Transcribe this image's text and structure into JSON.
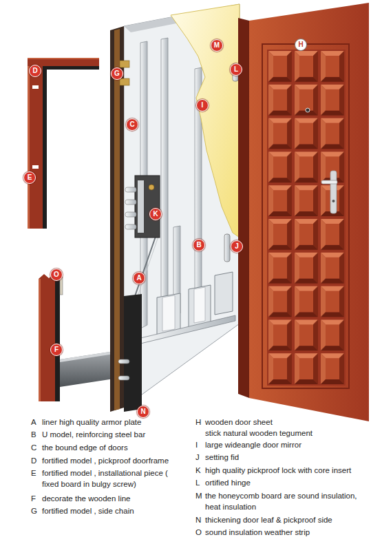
{
  "diagram": {
    "nodes": [
      {
        "text": [
          "M"
        ]
      },
      {
        "text": [
          "H"
        ]
      },
      {
        "text": [
          "D"
        ]
      },
      {
        "text": [
          "G"
        ]
      },
      {
        "text": [
          "L"
        ]
      },
      {
        "text": [
          "I"
        ]
      },
      {
        "text": [
          "C"
        ]
      },
      {
        "text": [
          "E"
        ]
      },
      {
        "text": [
          "K"
        ]
      },
      {
        "text": [
          "B"
        ]
      },
      {
        "text": [
          "J"
        ]
      },
      {
        "text": [
          "O"
        ]
      },
      {
        "text": [
          "A"
        ]
      },
      {
        "text": [
          "F"
        ]
      },
      {
        "text": [
          "N"
        ]
      }
    ],
    "labels": [
      "A",
      "liner high quality armor plate",
      "B",
      "U model, reinforcing steel bar",
      "C",
      "the bound edge of doors",
      "D",
      "fortified model , pickproof doorframe",
      "E",
      "fortified model , installational piece ( fixed board in bulgy screw)",
      "F",
      "decorate the wooden line",
      "G",
      "fortified model , side chain",
      "H",
      "wooden door sheet stick natural wooden tegument",
      "I",
      "large wideangle door mirror",
      "J",
      "setting fid",
      "K",
      "high quality pickproof lock with core insert",
      "L",
      "ortified hinge",
      "M",
      "the honeycomb board are sound insulation, heat insulation",
      "N",
      "thickening door leaf & pickproof side",
      "O",
      "sound insulation weather strip"
    ]
  }
}
